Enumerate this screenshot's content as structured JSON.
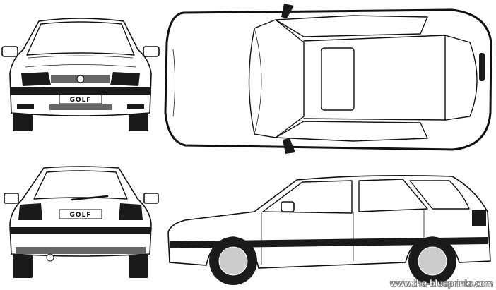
{
  "front_view": {
    "plate_text": "GOLF"
  },
  "rear_view": {
    "plate_text": "GOLF"
  },
  "watermark": "www.the-blueprints.com"
}
